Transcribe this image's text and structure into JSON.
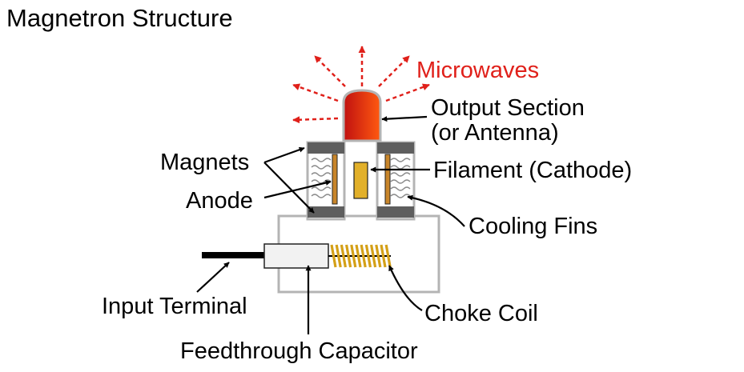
{
  "title": "Magnetron Structure",
  "labels": {
    "microwaves": "Microwaves",
    "output_section_line1": "Output Section",
    "output_section_line2": "(or Antenna)",
    "magnets": "Magnets",
    "filament": "Filament (Cathode)",
    "anode": "Anode",
    "cooling_fins": "Cooling Fins",
    "input_terminal": "Input Terminal",
    "choke_coil": "Choke Coil",
    "feedthrough_capacitor": "Feedthrough Capacitor"
  },
  "colors": {
    "microwave": "#e0201a",
    "output_dark": "#c01010",
    "output_light": "#ff5a10",
    "magnet": "#5e5e5e",
    "anode": "#c8852a",
    "filament": "#e2b02a",
    "coil": "#d4a017",
    "housing": "#b4b4b4",
    "capacitor_fill": "#f2f2f2"
  }
}
